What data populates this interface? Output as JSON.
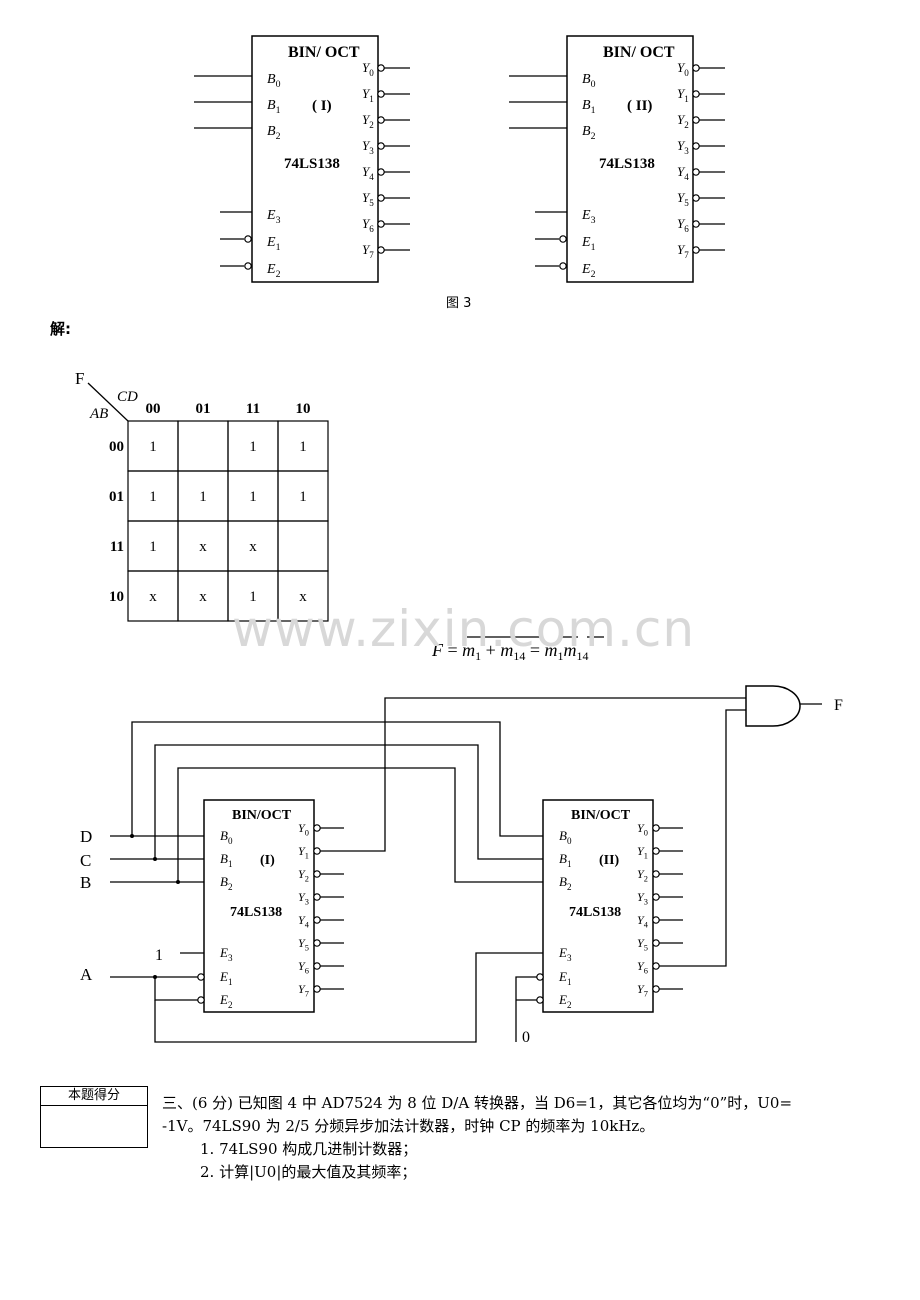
{
  "figure3": {
    "caption": "图 3",
    "chips": [
      {
        "label": "BIN/ OCT",
        "id": "( I)",
        "part": "74LS138"
      },
      {
        "label": "BIN/ OCT",
        "id": "( II)",
        "part": "74LS138"
      }
    ],
    "inputs": [
      "B0",
      "B1",
      "B2",
      "E3",
      "E1",
      "E2"
    ],
    "outputs": [
      "Y0",
      "Y1",
      "Y2",
      "Y3",
      "Y4",
      "Y5",
      "Y6",
      "Y7"
    ]
  },
  "solution_label": "解:",
  "kmap": {
    "func": "F",
    "col_var": "CD",
    "row_var": "AB",
    "cols": [
      "00",
      "01",
      "11",
      "10"
    ],
    "rows": [
      "00",
      "01",
      "11",
      "10"
    ],
    "cells": [
      [
        "1",
        "",
        "1",
        "1"
      ],
      [
        "1",
        "1",
        "1",
        "1"
      ],
      [
        "1",
        "x",
        "x",
        ""
      ],
      [
        "x",
        "x",
        "1",
        "x"
      ]
    ]
  },
  "equation": "F = m1 + m14 = m1 m14",
  "watermark": "www.zixin.com.cn",
  "circuit": {
    "inputs": [
      "D",
      "C",
      "B",
      "A"
    ],
    "const_one": "1",
    "const_zero": "0",
    "output": "F",
    "chips": [
      {
        "label": "BIN/OCT",
        "id": "(I)",
        "part": "74LS138"
      },
      {
        "label": "BIN/OCT",
        "id": "(II)",
        "part": "74LS138"
      }
    ]
  },
  "score_box": {
    "header": "本题得分"
  },
  "question": {
    "line1": "三、(6 分)  已知图 4 中 AD7524 为 8 位 D/A 转换器，当 D6=1，其它各位均为“0”时，U0=",
    "line2": "-1V。74LS90 为 2/5 分频异步加法计数器，时钟 CP 的频率为 10kHz。",
    "item1": "1.  74LS90 构成几进制计数器；",
    "item2": "2.  计算|U0|的最大值及其频率；"
  }
}
